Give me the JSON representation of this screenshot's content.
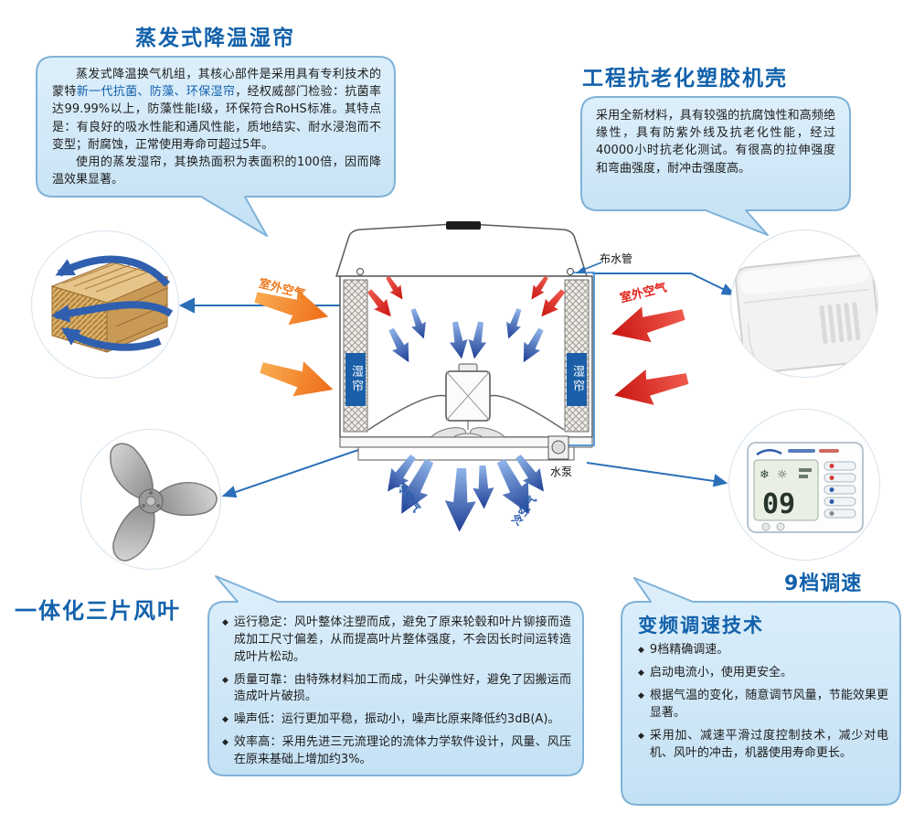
{
  "titles": {
    "wet_curtain": "蒸发式降温湿帘",
    "casing": "工程抗老化塑胶机壳",
    "fan": "一体化三片风叶",
    "vfd": "变频调速技术",
    "speed_label": "9档调速"
  },
  "wet_curtain": {
    "p1_pre": "蒸发式降温换气机组，其核心部件是采用具有专利技术的蒙特",
    "p1_highlight": "新一代抗菌、防藻、环保湿帘",
    "p1_post": "，经权威部门检验：抗菌率达99.99%以上，防藻性能Ⅰ级，环保符合RoHS标准。其特点是：有良好的吸水性能和通风性能，质地结实、耐水浸泡而不变型；耐腐蚀，正常使用寿命可超过5年。",
    "p2": "使用的蒸发湿帘，其换热面积为表面积的100倍，因而降温效果显著。"
  },
  "casing": {
    "body": "采用全新材料，具有较强的抗腐蚀性和高频绝缘性，具有防紫外线及抗老化性能，经过40000小时抗老化测试。有很高的拉伸强度和弯曲强度，耐冲击强度高。"
  },
  "fan_bullets": [
    "运行稳定：风叶整体注塑而成，避免了原来轮毂和叶片铆接而造成加工尺寸偏差，从而提高叶片整体强度，不会因长时间运转造成叶片松动。",
    "质量可靠：由特殊材料加工而成，叶尖弹性好，避免了因搬运而造成叶片破损。",
    "噪声低：运行更加平稳，振动小，噪声比原来降低约3dB(A)。",
    "效率高：采用先进三元流理论的流体力学软件设计，风量、风压在原来基础上增加约3%。"
  ],
  "vfd_bullets": [
    "9档精确调速。",
    "启动电流小，使用更安全。",
    "根据气温的变化，随意调节风量，节能效果更显著。",
    "采用加、减速平滑过度控制技术，减少对电机、风叶的冲击，机器使用寿命更长。"
  ],
  "diagram": {
    "water_pipe": "布水管",
    "pump": "水泵",
    "outdoor_air_left": "室外空气",
    "outdoor_air_right": "室外空气",
    "cold_air_left": "冷空气",
    "cold_air_right": "冷空气",
    "wet_curtain_left": "湿帘",
    "wet_curtain_right": "湿帘",
    "controller_display": "09"
  },
  "glyphs": {
    "bullet": "◆"
  },
  "colors": {
    "title_blue": "#1261ab",
    "bubble_fill": "#cfe9f9",
    "bubble_border": "#7fb2d9",
    "highlight_blue": "#1261ab",
    "orange_arrow": "#ee6c18",
    "red_arrow": "#d61a18",
    "blue_arrow": "#1f3f95",
    "connector_blue": "#2a6fb8",
    "curtain_label_bg": "#1b5fa8"
  }
}
